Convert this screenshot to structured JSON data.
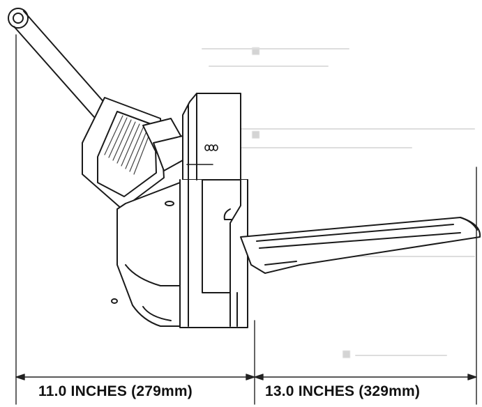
{
  "figure": {
    "description_kind": "printer-side-view-dimension-diagram",
    "dimensions": [
      {
        "id": "left-depth",
        "label": "11.0 INCHES (279mm)"
      },
      {
        "id": "right-depth",
        "label": "13.0 INCHES (329mm)"
      }
    ],
    "show_through_text": {
      "line1": "■",
      "line2": "■",
      "line3": "■"
    }
  }
}
